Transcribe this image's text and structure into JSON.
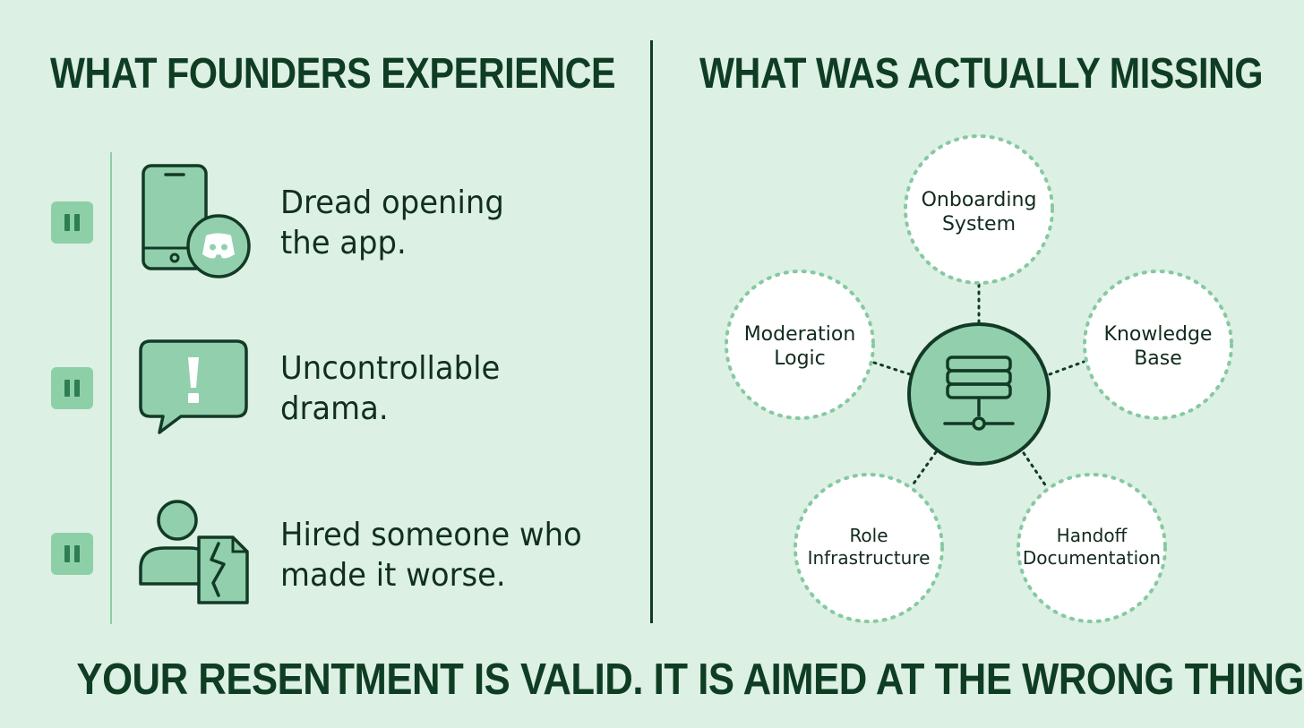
{
  "left_section": {
    "heading": "WHAT FOUNDERS EXPERIENCE",
    "items": [
      {
        "line1": "Dread opening",
        "line2": "the app.",
        "icon": "phone-with-discord-icon"
      },
      {
        "line1": "Uncontrollable",
        "line2": "drama.",
        "icon": "alert-speech-bubble-icon"
      },
      {
        "line1": "Hired someone who",
        "line2": "made it worse.",
        "icon": "person-with-torn-document-icon"
      }
    ],
    "badge_icon": "pause-icon"
  },
  "right_section": {
    "heading": "WHAT WAS ACTUALLY MISSING",
    "hub_icon": "server-network-icon",
    "nodes": [
      {
        "line1": "Onboarding",
        "line2": "System"
      },
      {
        "line1": "Moderation",
        "line2": "Logic"
      },
      {
        "line1": "Knowledge",
        "line2": "Base"
      },
      {
        "line1": "Role",
        "line2": "Infrastructure"
      },
      {
        "line1": "Handoff",
        "line2": "Documentation"
      }
    ]
  },
  "conclusion": "YOUR RESENTMENT IS VALID. IT IS AIMED AT THE WRONG THING.",
  "colors": {
    "background": "#dcf0e3",
    "dark_green": "#0f3d24",
    "accent_green": "#8dd0a8",
    "icon_fill": "#92d0ad",
    "dotted_border": "#86c9a1",
    "node_fill": "#ffffff"
  }
}
